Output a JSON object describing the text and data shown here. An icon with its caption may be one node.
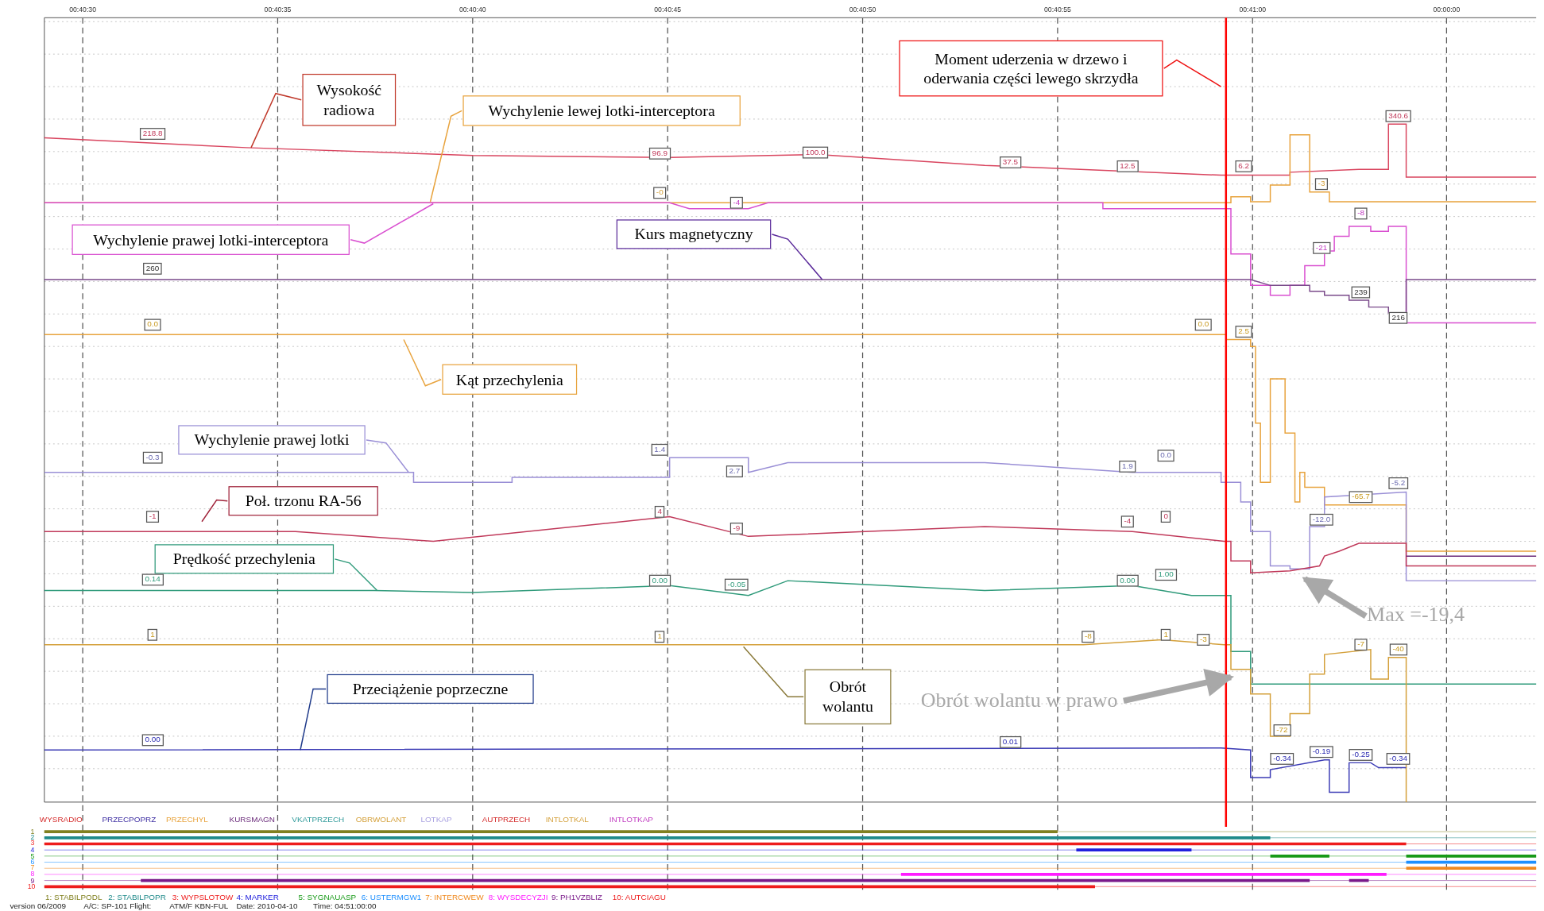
{
  "diagram": {
    "nodes": [
      {
        "text": [
          "Wysokość radiowa"
        ]
      },
      {
        "text": [
          "Wychylenie lewej lotki-interceptora"
        ]
      },
      {
        "text": [
          "Moment uderzenia w drzewo i oderwania części lewego skrzydła"
        ]
      },
      {
        "text": [
          "Wychylenie prawej lotki-interceptora"
        ]
      },
      {
        "text": [
          "Kurs magnetyczny"
        ]
      },
      {
        "text": [
          "Kąt przechylenia"
        ]
      },
      {
        "text": [
          "Wychylenie prawej lotki"
        ]
      },
      {
        "text": [
          "Poł. trzonu RA-56"
        ]
      },
      {
        "text": [
          "Prędkość przechylenia"
        ]
      },
      {
        "text": [
          "Obrót wolantu"
        ]
      },
      {
        "text": [
          "Przeciążenie poprzeczne"
        ]
      },
      {
        "text": [
          "Obrót wolantu w prawo"
        ]
      },
      {
        "text": [
          "Max =-19,4"
        ]
      }
    ],
    "edges": [
      {
        "from": 0,
        "to": null,
        "arrow": "none",
        "color": "#c0392b"
      },
      {
        "from": 1,
        "to": null,
        "arrow": "none",
        "color": "#e8a33d"
      },
      {
        "from": 2,
        "to": null,
        "arrow": "none",
        "color": "#ee1111"
      },
      {
        "from": 3,
        "to": null,
        "arrow": "none",
        "color": "#d94fd0"
      },
      {
        "from": 4,
        "to": null,
        "arrow": "none",
        "color": "#5a2a9a"
      },
      {
        "from": 5,
        "to": null,
        "arrow": "none",
        "color": "#e8a33d"
      },
      {
        "from": 6,
        "to": null,
        "arrow": "none",
        "color": "#9a8fd6"
      },
      {
        "from": 7,
        "to": null,
        "arrow": "none",
        "color": "#a0233a"
      },
      {
        "from": 8,
        "to": null,
        "arrow": "none",
        "color": "#2f9a7a"
      },
      {
        "from": 9,
        "to": null,
        "arrow": "none",
        "color": "#8a7a3a"
      },
      {
        "from": 10,
        "to": null,
        "arrow": "none",
        "color": "#1f3a8a"
      },
      {
        "from": 11,
        "to": null,
        "arrow": "to",
        "style": "thick",
        "color": "#a8a8a8"
      },
      {
        "from": 12,
        "to": null,
        "arrow": "to",
        "style": "thick",
        "color": "#a8a8a8"
      }
    ],
    "labels": [
      "00:40:30",
      "00:40:35",
      "00:40:40",
      "00:40:45",
      "00:40:50",
      "00:40:55",
      "00:41:00",
      "00:00:00",
      "218.8",
      "96.9",
      "100.0",
      "37.5",
      "12.5",
      "6.2",
      "340.6",
      "-0",
      "-3",
      "-4",
      "-8",
      "-21",
      "260",
      "239",
      "216",
      "0.0",
      "0.0",
      "2.5",
      "-65.7",
      "-0.3",
      "1.4",
      "2.7",
      "1.9",
      "0.0",
      "-12.0",
      "-5.2",
      "-1",
      "4",
      "-9",
      "-4",
      "0",
      "0.14",
      "0.00",
      "-0.05",
      "0.00",
      "1.00",
      "1",
      "1",
      "-8",
      "1",
      "-3",
      "-72",
      "-7",
      "-40",
      "0.00",
      "0.01",
      "-0.34",
      "-0.19",
      "-0.25",
      "-0.34",
      "WYSRADIO",
      "PRZECPOPRZ",
      "PRZECHYL",
      "KURSMAGN",
      "VKATPRZECH",
      "OBRWOLANT",
      "LOTKAP",
      "AUTPRZECH",
      "INTLOTKAL",
      "INTLOTKAP",
      "1",
      "2",
      "3",
      "4",
      "5",
      "6",
      "7",
      "8",
      "9",
      "10",
      "1: STABILPODL",
      "2: STABILPOPR",
      "3: WYPSLOTOW",
      "4: MARKER",
      "5: SYGNAUASP",
      "6: USTERMGW1",
      "7: INTERCWEW",
      "8: WYSDECYZJI",
      "9: PH1VZBLIZ",
      "10: AUTCIAGU",
      "version 06/2009",
      "A/C: SP-101 Flight:",
      "ATM/F KBN-FUL",
      "Date: 2010-04-10",
      "Time: 04:51:00:00"
    ]
  }
}
